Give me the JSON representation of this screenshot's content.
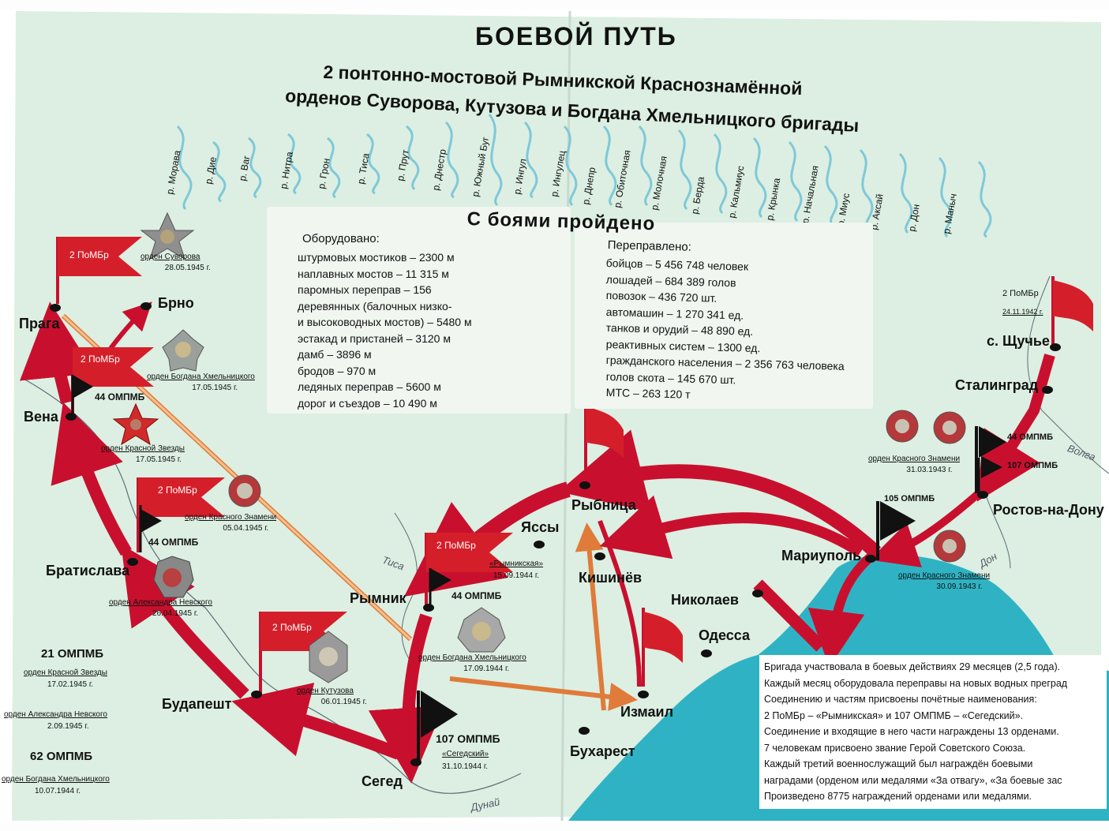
{
  "header": {
    "title": "БОЕВОЙ ПУТЬ",
    "subtitle_line1": "2 понтонно-мостовой Рымникской Краснознамённой",
    "subtitle_line2": "орденов Суворова, Кутузова и Богдана Хмельницкого бригады"
  },
  "rivers": [
    "р. Морава",
    "р. Дие",
    "р. Ваг",
    "р. Нитра",
    "р. Грон",
    "р. Тиса",
    "р. Прут",
    "р. Днестр",
    "р. Южный Буг",
    "р. Ингул",
    "р. Ингулец",
    "р. Днепр",
    "р. Обиточная",
    "р. Молочная",
    "р. Берда",
    "р. Кальмиус",
    "р. Крынка",
    "р. Начальная",
    "р. Миус",
    "р. Аксай",
    "р. Дон",
    "р. Маныч"
  ],
  "stats": {
    "heading": "С боями пройдено",
    "equipped": {
      "label": "Оборудовано:",
      "items": [
        "штурмовых мостиков – 2300 м",
        "наплавных мостов – 11 315 м",
        "паромных переправ – 156",
        "деревянных (балочных низко-",
        "и высоководных мостов) – 5480 м",
        "эстакад и пристаней – 3120 м",
        "дамб – 3896 м",
        "бродов – 970 м",
        "ледяных переправ – 5600 м",
        "дорог и съездов – 10 490 м"
      ]
    },
    "ferried": {
      "label": "Переправлено:",
      "items": [
        "бойцов – 5 456 748 человек",
        "лошадей – 684 389 голов",
        "повозок – 436 720 шт.",
        "автомашин – 1 270 341 ед.",
        "танков и орудий – 48 890 ед.",
        "реактивных систем – 1300 ед.",
        "гражданского населения – 2 356 763 человека",
        "голов скота – 145 670 шт.",
        "МТС – 263 120 т"
      ]
    }
  },
  "cities": {
    "prague": "Прага",
    "brno": "Брно",
    "vienna": "Вена",
    "bratislava": "Братислава",
    "budapest": "Будапешт",
    "szeged": "Сегед",
    "rymnik": "Рымник",
    "bucharest": "Бухарест",
    "izmail": "Измаил",
    "odessa": "Одесса",
    "nikolaev": "Николаев",
    "kishinev": "Кишинёв",
    "rybnitsa": "Рыбница",
    "yassy": "Яссы",
    "mariupol": "Мариуполь",
    "rostov": "Ростов-на-Дону",
    "stalingrad": "Сталинград",
    "shchuchye": "с. Щучье"
  },
  "flags": {
    "f1": "2 ПоМБр",
    "f2": "2 ПоМБр",
    "f3": "2 ПоМБр",
    "f4": "2 ПоМБр",
    "f5": "2 ПоМБр",
    "f6": "2 ПоМБр"
  },
  "units": {
    "u44a": "44 ОМПМБ",
    "u44b": "44 ОМПМБ",
    "u44c": "44 ОМПМБ",
    "u44d": "44 ОМПМБ",
    "u107a": "107 ОМПМБ",
    "u107b": "107 ОМПМБ",
    "u105": "105 ОМПМБ",
    "segedsky": "«Сегедский»",
    "segedsky_date": "31.10.1944 г.",
    "rymnikskaya": "«Рымникская»",
    "rymnikskaya_date": "15.09.1944 г."
  },
  "awards": [
    {
      "name": "орден Суворова",
      "date": "28.05.1945 г."
    },
    {
      "name": "орден Богдана Хмельницкого",
      "date": "17.05.1945 г."
    },
    {
      "name": "орден Красной Звезды",
      "date": "17.05.1945 г."
    },
    {
      "name": "орден Красного Знамени",
      "date": "05.04.1945 г."
    },
    {
      "name": "орден Александра Невского",
      "date": "26.04.1945 г."
    },
    {
      "name": "орден Кутузова",
      "date": "06.01.1945 г."
    },
    {
      "name": "орден Богдана Хмельницкого",
      "date": "17.09.1944 г."
    },
    {
      "name": "орден Красного Знамени",
      "date": "31.03.1943 г."
    },
    {
      "name": "орден Красного Знамени",
      "date": "30.09.1943 г."
    }
  ],
  "start_date": "24.11.1942 г.",
  "river_names": {
    "tisa": "Тиса",
    "dunay": "Дунай",
    "volga": "Волга",
    "don": "Дон"
  },
  "legend": {
    "u21": "21 ОМПМБ",
    "u21_order": "орден Красной Звезды",
    "u21_date": "17.02.1945 г.",
    "u21_order2": "орден Александра Невского",
    "u21_date2": "2.09.1945 г.",
    "u62": "62 ОМПМБ",
    "u62_order": "орден Богдана Хмельницкого",
    "u62_date": "10.07.1944 г."
  },
  "info": [
    "Бригада участвовала в боевых действиях 29 месяцев (2,5 года).",
    "Каждый месяц оборудовала переправы на новых водных преград",
    "Соединению и частям присвоены почётные наименования:",
    "2 ПоМБр – «Рымникская» и 107 ОМПМБ – «Сегедский».",
    "Соединение и входящие в него части награждены 13 орденами.",
    "7 человекам присвоено звание Герой Советского Союза.",
    "Каждый третий военнослужащий был награждён боевыми",
    "наградами (орденом или медалями «За отвагу», «За боевые зас",
    "Произведено 8775 награждений орденами или медалями."
  ],
  "colors": {
    "map": "#dcefe2",
    "sea": "#2fb3c4",
    "arrow": "#c8102e",
    "orange": "#f0a46a"
  }
}
